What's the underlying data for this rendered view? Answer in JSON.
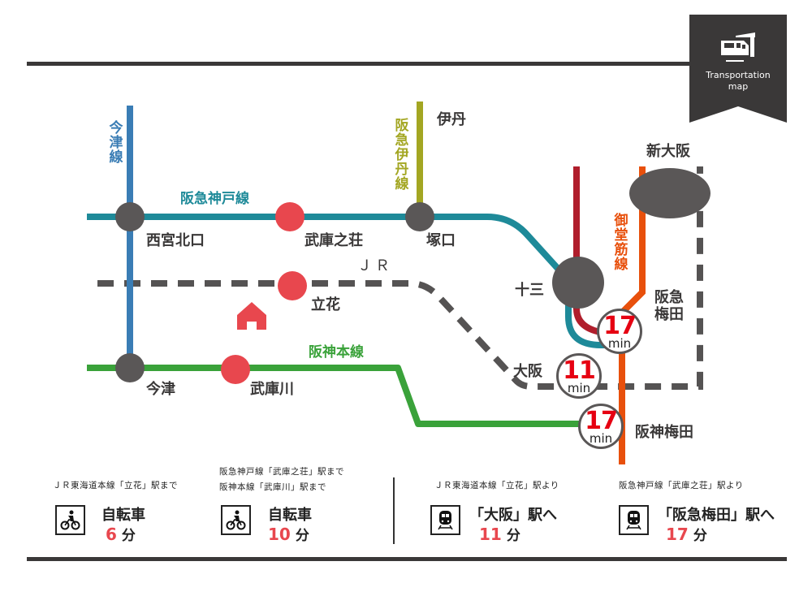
{
  "badge": {
    "title_line1": "Transportation",
    "title_line2": "map",
    "icon": "train-station-icon"
  },
  "colors": {
    "hankyu_kobe": "#1e8a99",
    "imazu": "#3a7db5",
    "itami": "#a3a622",
    "hanshin": "#3aa23a",
    "midosuji": "#e8500c",
    "hankyu_red": "#b01e2c",
    "jr": "#555353",
    "station_red": "#e8474e",
    "station_gray": "#5a5757",
    "min_red": "#e60012"
  },
  "lines": {
    "imazu": "今津線",
    "hankyu_kobe": "阪急神戸線",
    "itami": "阪急伊丹線",
    "jr": "ＪＲ",
    "hanshin": "阪神本線",
    "midosuji": "御堂筋線"
  },
  "stations": {
    "nishinomiya_kitaguchi": "西宮北口",
    "mukonoso": "武庫之荘",
    "tsukaguchi": "塚口",
    "itami": "伊丹",
    "tachibana": "立花",
    "imazu": "今津",
    "mukogawa": "武庫川",
    "juso": "十三",
    "osaka": "大阪",
    "shin_osaka": "新大阪",
    "hankyu_umeda_1": "阪急",
    "hankyu_umeda_2": "梅田",
    "hanshin_umeda": "阪神梅田"
  },
  "times": [
    {
      "value": "17",
      "unit": "min"
    },
    {
      "value": "11",
      "unit": "min"
    },
    {
      "value": "17",
      "unit": "min"
    }
  ],
  "access": [
    {
      "captions": [
        "ＪＲ東海道本線「立花」駅まで"
      ],
      "icon": "bicycle-icon",
      "title": "自転車",
      "minutes": "6",
      "unit": "分"
    },
    {
      "captions": [
        "阪急神戸線「武庫之荘」駅まで",
        "阪神本線「武庫川」駅まで"
      ],
      "icon": "bicycle-icon",
      "title": "自転車",
      "minutes": "10",
      "unit": "分"
    },
    {
      "captions": [
        "ＪＲ東海道本線「立花」駅より"
      ],
      "icon": "train-icon",
      "title": "「大阪」駅へ",
      "minutes": "11",
      "unit": "分"
    },
    {
      "captions": [
        "阪急神戸線「武庫之荘」駅より"
      ],
      "icon": "train-icon",
      "title": "「阪急梅田」駅へ",
      "minutes": "17",
      "unit": "分"
    }
  ]
}
